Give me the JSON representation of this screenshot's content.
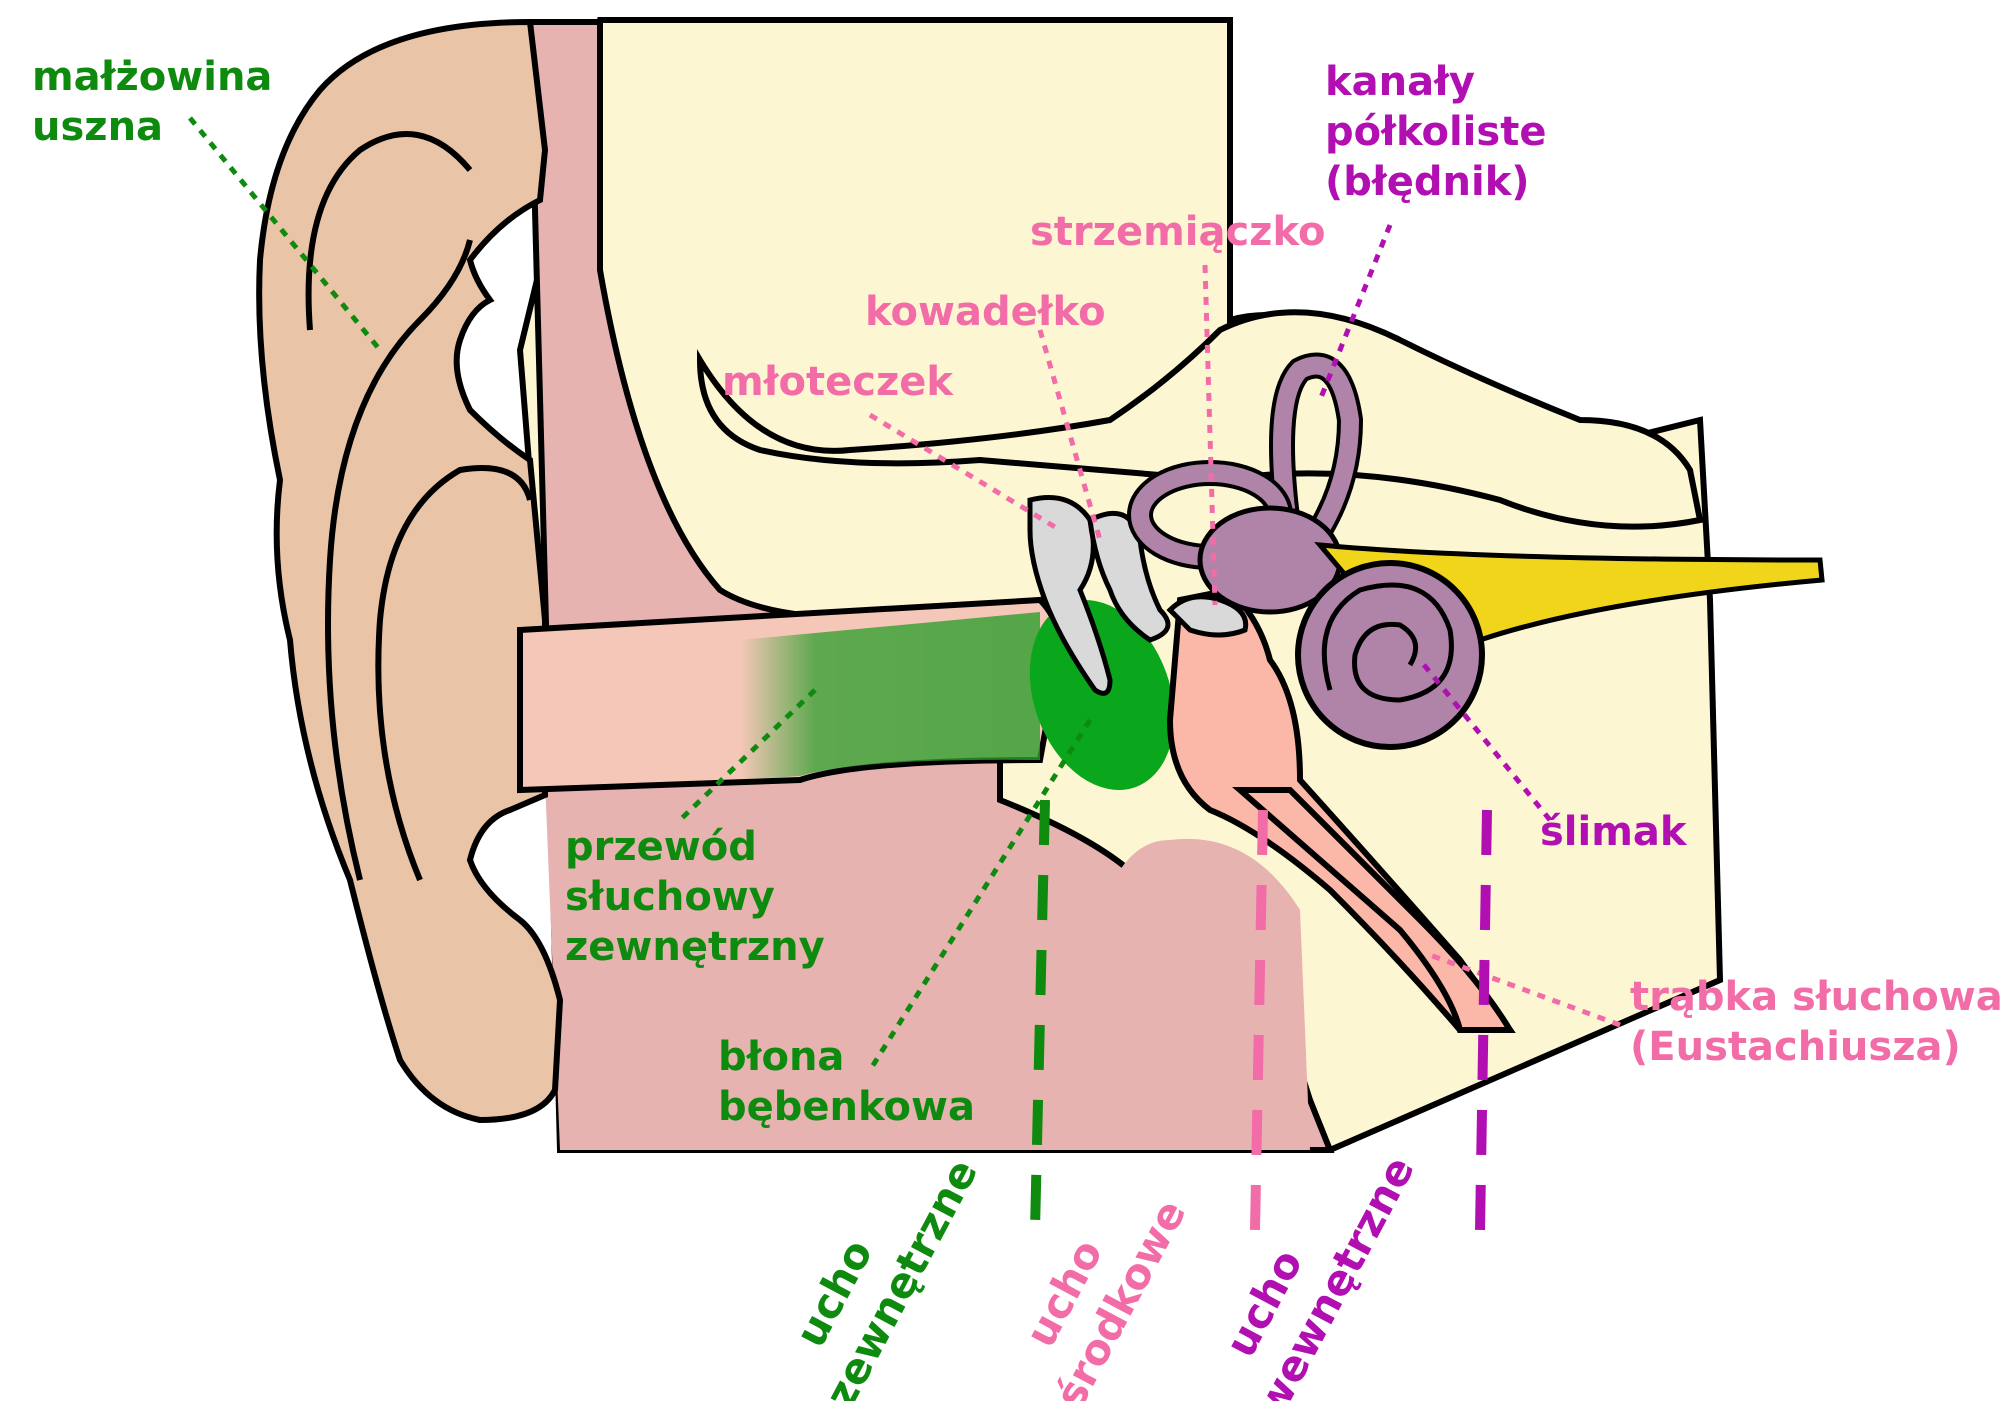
{
  "colors": {
    "outer": "#0e8a0e",
    "middle": "#f26ca7",
    "inner": "#b10fb1",
    "skin": "#e9c4a6",
    "tissue": "#e6b3b1",
    "bone": "#fdf6d3",
    "canal": "#2c9e2c",
    "drum": "#0aa61b",
    "ossicle": "#d9d9d9",
    "cavity": "#fbb8a8",
    "labyrinth": "#b083a9",
    "nerve": "#f0d51a"
  },
  "labels": {
    "malzowina": [
      "małżowina",
      "uszna"
    ],
    "przewod": [
      "przewód",
      "słuchowy",
      "zewnętrzny"
    ],
    "blona": [
      "błona",
      "bębenkowa"
    ],
    "mloteczek": "młoteczek",
    "kowadelko": "kowadełko",
    "strzemiaczko": "strzemiączko",
    "kanaly": [
      "kanały",
      "półkoliste",
      "(błędnik)"
    ],
    "slimak": "ślimak",
    "trabka": [
      "trąbka słuchowa",
      "(Eustachiusza)"
    ]
  },
  "sections": {
    "outer": [
      "ucho",
      "zewnętrzne"
    ],
    "middle": [
      "ucho",
      "środkowe"
    ],
    "inner": [
      "ucho",
      "wewnętrzne"
    ]
  }
}
